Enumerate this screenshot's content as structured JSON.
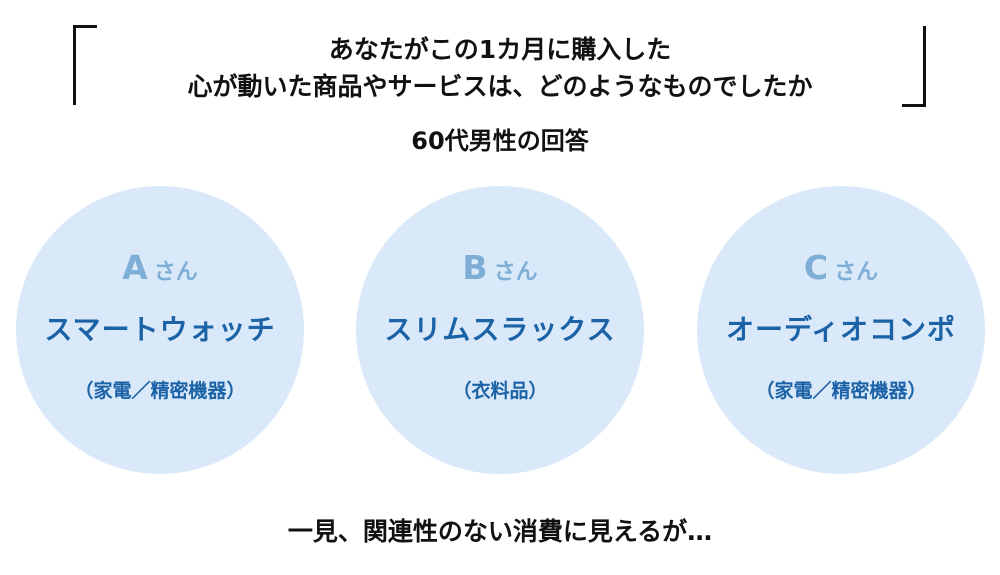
{
  "question": {
    "line1": "あなたがこの1カ月に購入した",
    "line2": "心が動いた商品やサービスは、どのようなものでしたか"
  },
  "subtitle": "60代男性の回答",
  "colors": {
    "circle_bg": "#d9e9f9",
    "name_color": "#7eaed6",
    "item_color": "#1b62a6",
    "text_color": "#111111"
  },
  "respondents": [
    {
      "letter": "A",
      "suffix": "さん",
      "item": "スマートウォッチ",
      "category": "（家電／精密機器）"
    },
    {
      "letter": "B",
      "suffix": "さん",
      "item": "スリムスラックス",
      "category": "（衣料品）"
    },
    {
      "letter": "C",
      "suffix": "さん",
      "item": "オーディオコンポ",
      "category": "（家電／精密機器）"
    }
  ],
  "footer": "一見、関連性のない消費に見えるが…"
}
